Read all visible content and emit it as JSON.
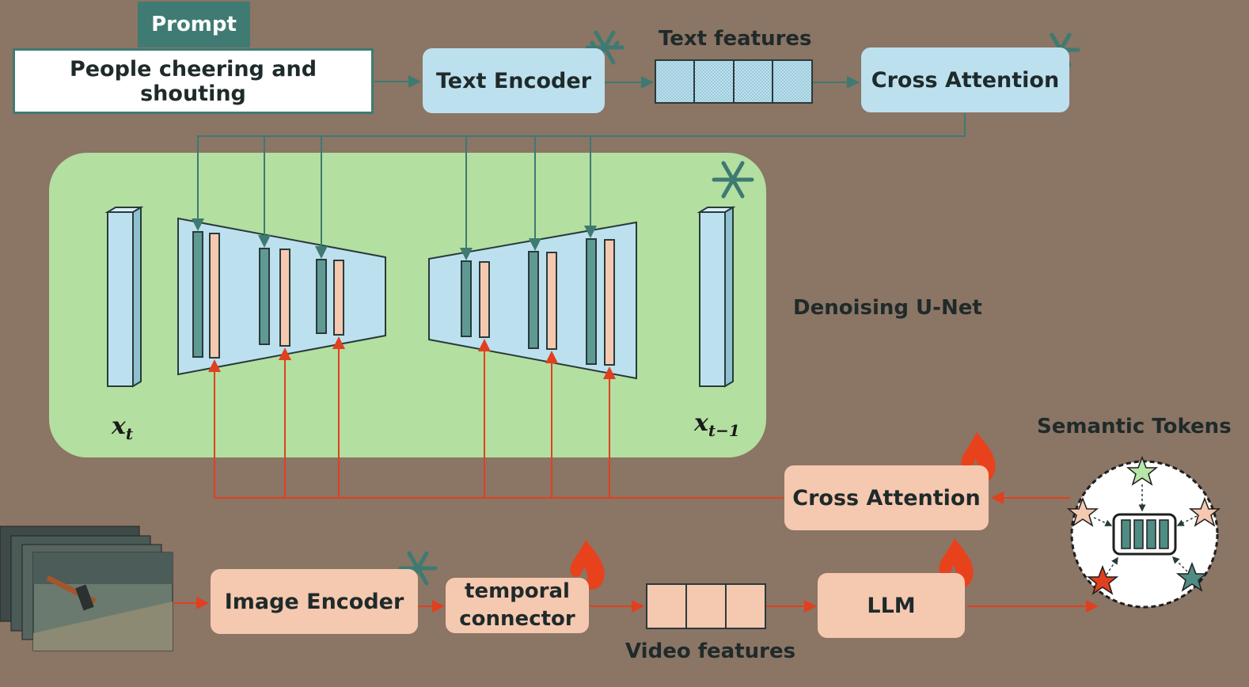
{
  "prompt": {
    "tag": "Prompt",
    "text": "People cheering and shouting"
  },
  "top": {
    "text_encoder": "Text Encoder",
    "text_features": "Text features",
    "cross_attention": "Cross Attention"
  },
  "unet": {
    "label": "Denoising U-Net",
    "x_t": "x",
    "x_t_sub": "t",
    "x_t1": "x",
    "x_t1_sub": "t−1"
  },
  "bottom": {
    "cross_attention": "Cross Attention",
    "semantic_tokens": "Semantic Tokens",
    "image_encoder": "Image Encoder",
    "temporal_connector_line1": "temporal",
    "temporal_connector_line2": "connector",
    "video_features": "Video features",
    "llm": "LLM"
  },
  "icons": {
    "frozen": "snowflake-icon",
    "trainable": "flame-icon"
  },
  "colors": {
    "background": "#8b7565",
    "frozen_box": "#bde0ef",
    "trainable_box": "#f5c8b0",
    "unet_panel": "#b3dfa0",
    "prompt_tag": "#3f7b72",
    "teal_line": "#3e7a72",
    "red_line": "#e0401f",
    "flame": "#e8421c",
    "snowflake": "#3e7a72"
  }
}
